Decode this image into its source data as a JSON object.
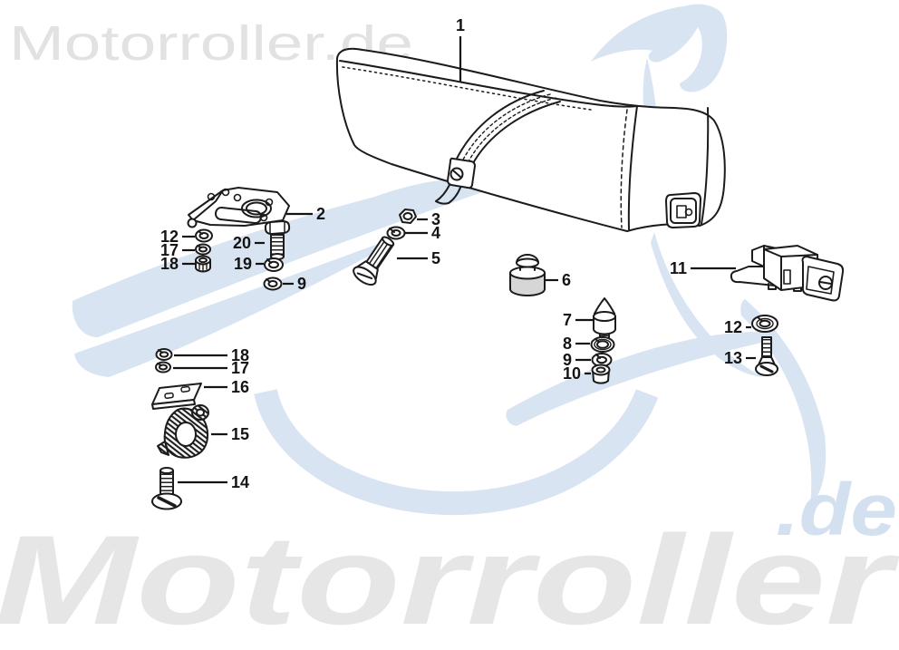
{
  "colors": {
    "line": "#1b1b1b",
    "swoosh_blue": "#d9e4f2",
    "watermark_gray_small": "#e2e2e2",
    "watermark_gray_large": "#e6e6e6",
    "watermark_blue_de": "#d3e0f0"
  },
  "watermarks": {
    "top_left": "Motorroller.de",
    "bottom_word": "Motorroller",
    "bottom_domain": ".de"
  },
  "callouts": [
    {
      "number": "1"
    },
    {
      "number": "2"
    },
    {
      "number": "12"
    },
    {
      "number": "17"
    },
    {
      "number": "18"
    },
    {
      "number": "20"
    },
    {
      "number": "19"
    },
    {
      "number": "9"
    },
    {
      "number": "3"
    },
    {
      "number": "4"
    },
    {
      "number": "5"
    },
    {
      "number": "6"
    },
    {
      "number": "7"
    },
    {
      "number": "8"
    },
    {
      "number": "9"
    },
    {
      "number": "10"
    },
    {
      "number": "11"
    },
    {
      "number": "12"
    },
    {
      "number": "13"
    },
    {
      "number": "18"
    },
    {
      "number": "17"
    },
    {
      "number": "16"
    },
    {
      "number": "15"
    },
    {
      "number": "14"
    }
  ]
}
